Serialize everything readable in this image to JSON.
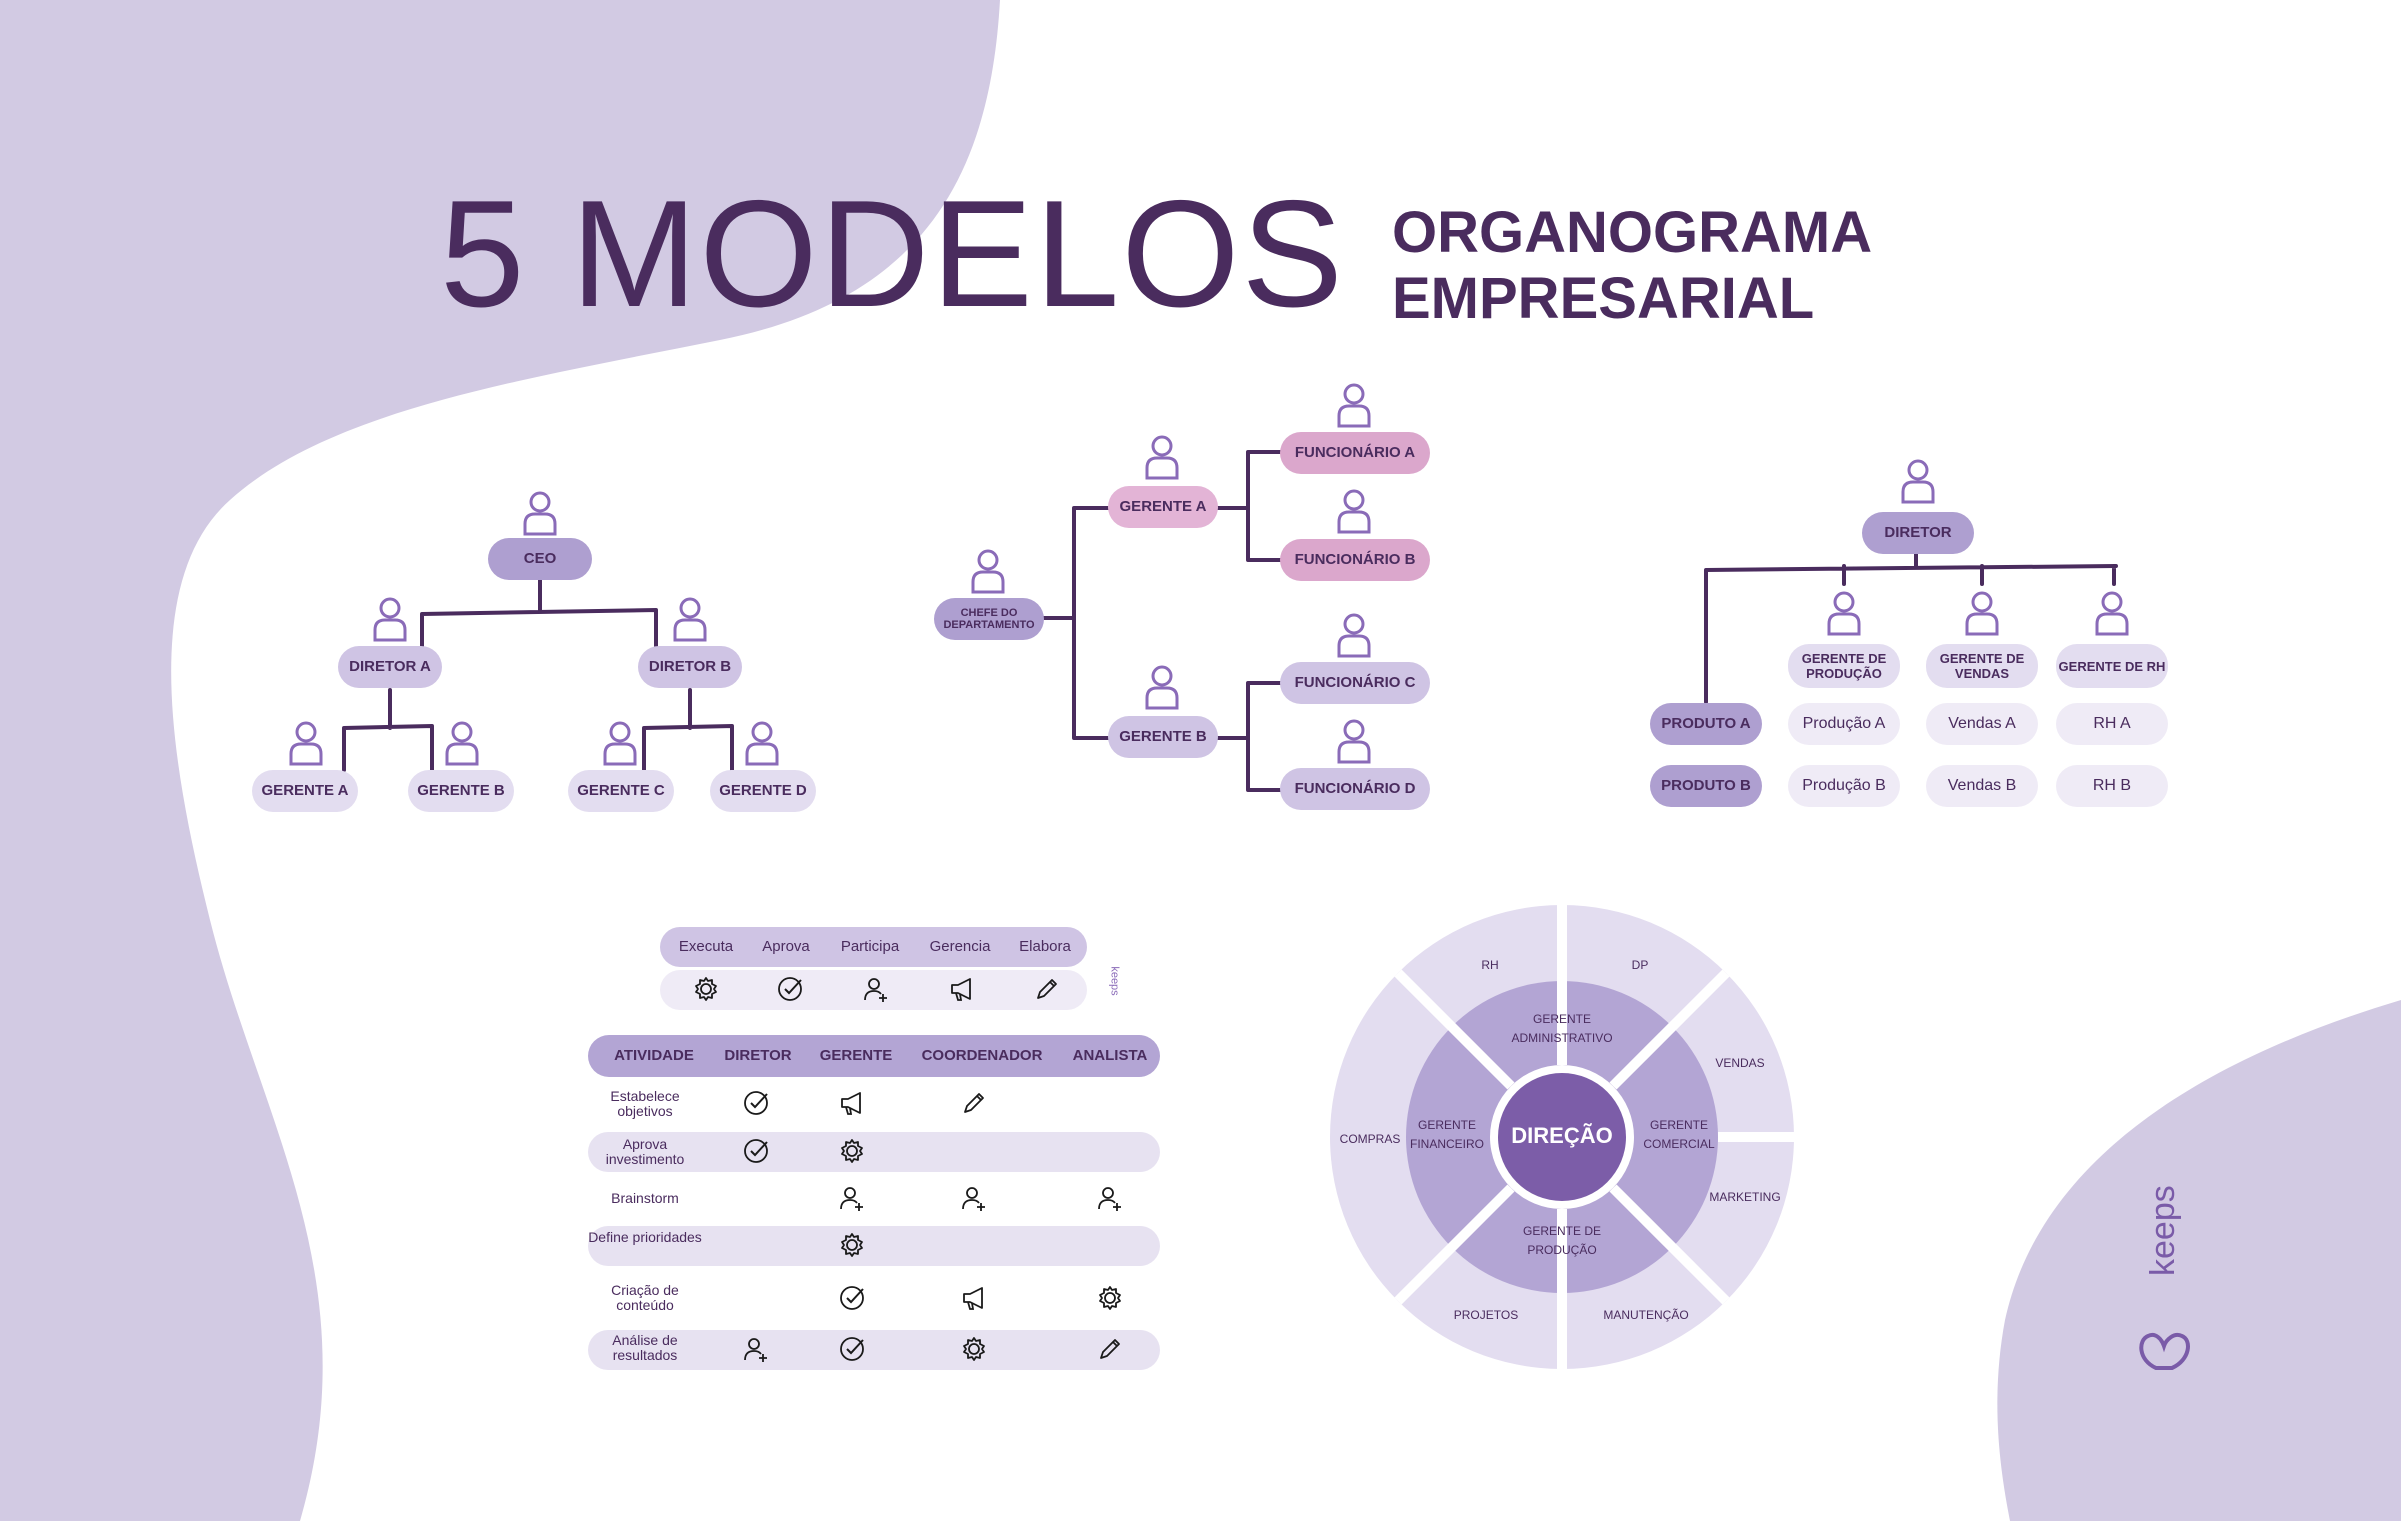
{
  "title": {
    "main": "5 MODELOS",
    "line1": "ORGANOGRAMA",
    "line2": "EMPRESARIAL"
  },
  "model1": {
    "ceo": "CEO",
    "dir_a": "DIRETOR A",
    "dir_b": "DIRETOR B",
    "g_a": "GERENTE A",
    "g_b": "GERENTE B",
    "g_c": "GERENTE C",
    "g_d": "GERENTE D"
  },
  "model2": {
    "chefe": "CHEFE DO DEPARTAMENTO",
    "g_a": "GERENTE A",
    "g_b": "GERENTE B",
    "f_a": "FUNCIONÁRIO A",
    "f_b": "FUNCIONÁRIO B",
    "f_c": "FUNCIONÁRIO C",
    "f_d": "FUNCIONÁRIO D"
  },
  "model3": {
    "diretor": "DIRETOR",
    "headers": [
      "GERENTE DE PRODUÇÃO",
      "GERENTE DE VENDAS",
      "GERENTE DE RH"
    ],
    "rows": [
      {
        "label": "PRODUTO A",
        "cells": [
          "Produção A",
          "Vendas A",
          "RH A"
        ]
      },
      {
        "label": "PRODUTO B",
        "cells": [
          "Produção B",
          "Vendas B",
          "RH B"
        ]
      }
    ]
  },
  "model4": {
    "legend": [
      "Executa",
      "Aprova",
      "Participa",
      "Gerencia",
      "Elabora"
    ],
    "legend_icons": [
      "gear-icon",
      "check-icon",
      "user-plus-icon",
      "megaphone-icon",
      "pencil-icon"
    ],
    "columns": [
      "ATIVIDADE",
      "DIRETOR",
      "GERENTE",
      "COORDENADOR",
      "ANALISTA"
    ],
    "rows": [
      {
        "activity": "Estabelece objetivos",
        "cells": [
          "check-icon",
          "megaphone-icon",
          "pencil-icon",
          ""
        ]
      },
      {
        "activity": "Aprova investimento",
        "cells": [
          "check-icon",
          "gear-icon",
          "",
          ""
        ]
      },
      {
        "activity": "Brainstorm",
        "cells": [
          "",
          "user-plus-icon",
          "user-plus-icon",
          "user-plus-icon"
        ]
      },
      {
        "activity": "Define prioridades",
        "cells": [
          "",
          "gear-icon",
          "",
          ""
        ]
      },
      {
        "activity": "Criação de conteúdo",
        "cells": [
          "",
          "check-icon",
          "megaphone-icon",
          "gear-icon"
        ]
      },
      {
        "activity": "Análise de resultados",
        "cells": [
          "user-plus-icon",
          "check-icon",
          "gear-icon",
          "pencil-icon"
        ]
      }
    ],
    "badge": "keeps"
  },
  "model5": {
    "center": "DIREÇÃO",
    "middle": [
      "GERENTE ADMINISTRATIVO",
      "GERENTE COMERCIAL",
      "GERENTE DE PRODUÇÃO",
      "GERENTE FINANCEIRO"
    ],
    "outer": [
      "RH",
      "DP",
      "VENDAS",
      "MARKETING",
      "MANUTENÇÃO",
      "PROJETOS",
      "COMPRAS"
    ]
  },
  "brand": {
    "logo_text": "keeps"
  },
  "colors": {
    "dark_text": "#4a2c5e",
    "lavender": "#d2cae3",
    "accent": "#7a5ba8",
    "pink": "#e3b4d6"
  }
}
